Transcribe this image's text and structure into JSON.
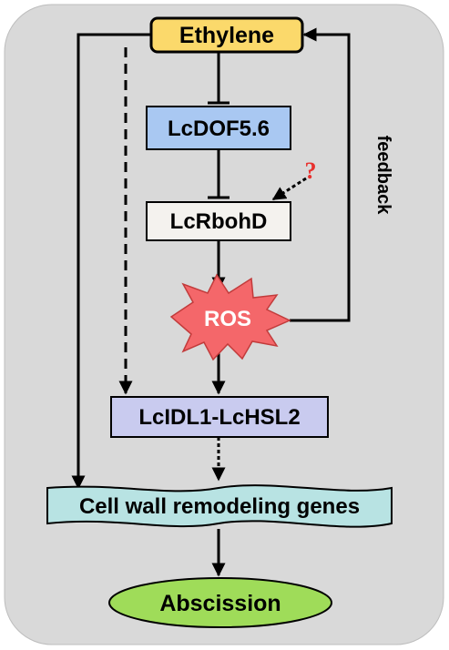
{
  "nodes": {
    "ethylene": "Ethylene",
    "lcdof": "LcDOF5.6",
    "lcrbohd": "LcRbohD",
    "ros": "ROS",
    "lcidl": "LcIDL1-LcHSL2",
    "cellwall": "Cell wall remodeling genes",
    "abscission": "Abscission"
  },
  "labels": {
    "feedback": "feedback",
    "unknown": "?"
  },
  "colors": {
    "panel_bg": "#d9d9d9",
    "ethylene_fill": "#fbd96b",
    "lcdof_fill": "#a9c8f2",
    "lcrbohd_fill": "#f4f2ee",
    "ros_fill": "#f4676a",
    "lcidl_fill": "#c9cbef",
    "cellwall_fill": "#b8e3e3",
    "abscission_fill": "#9fdc59",
    "question_mark": "#e8312e"
  }
}
